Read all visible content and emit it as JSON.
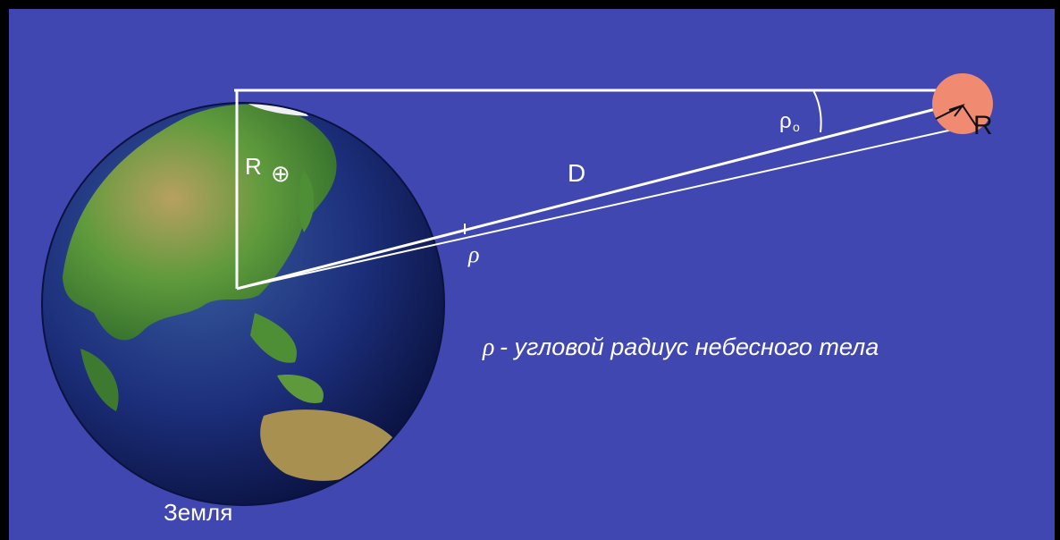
{
  "diagram": {
    "earth_label": "Земля",
    "earth_radius_label": "R",
    "earth_symbol": "⊕",
    "distance_label": "D",
    "rho_label": "ρ",
    "rho0_label": "ρ",
    "rho0_subscript": "o",
    "body_radius_label": "R",
    "caption_symbol": "ρ",
    "caption_text": " - угловой радиус небесного тела",
    "colors": {
      "background": "#4047B0",
      "frame": "#000000",
      "lines": "#FFFFFF",
      "body": "#F08A70",
      "ocean": "#1C2E7A",
      "land": "#4E8F35"
    }
  }
}
